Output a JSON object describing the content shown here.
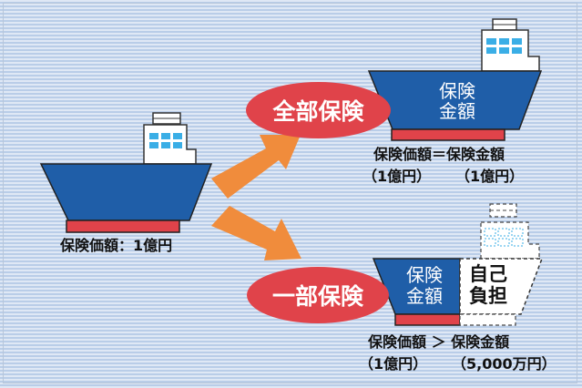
{
  "left_ship": {
    "caption": "保険価額：1億円"
  },
  "full": {
    "badge": "全部保険",
    "hull_line1": "保険",
    "hull_line2": "金額",
    "relation": "保険価額＝保険金額",
    "value_left": "（1億円）",
    "value_right": "（1億円）"
  },
  "partial": {
    "badge": "一部保険",
    "hull_line1": "保険",
    "hull_line2": "金額",
    "self_line1": "自己",
    "self_line2": "負担",
    "relation": "保険価額 ＞ 保険金額",
    "value_left": "（1億円）",
    "value_right": "（5,000万円）"
  },
  "colors": {
    "hull": "#1f5ea8",
    "keel": "#e0434a",
    "badge": "#e0434a",
    "arrow": "#f08c3c",
    "window": "#3aaee6"
  }
}
